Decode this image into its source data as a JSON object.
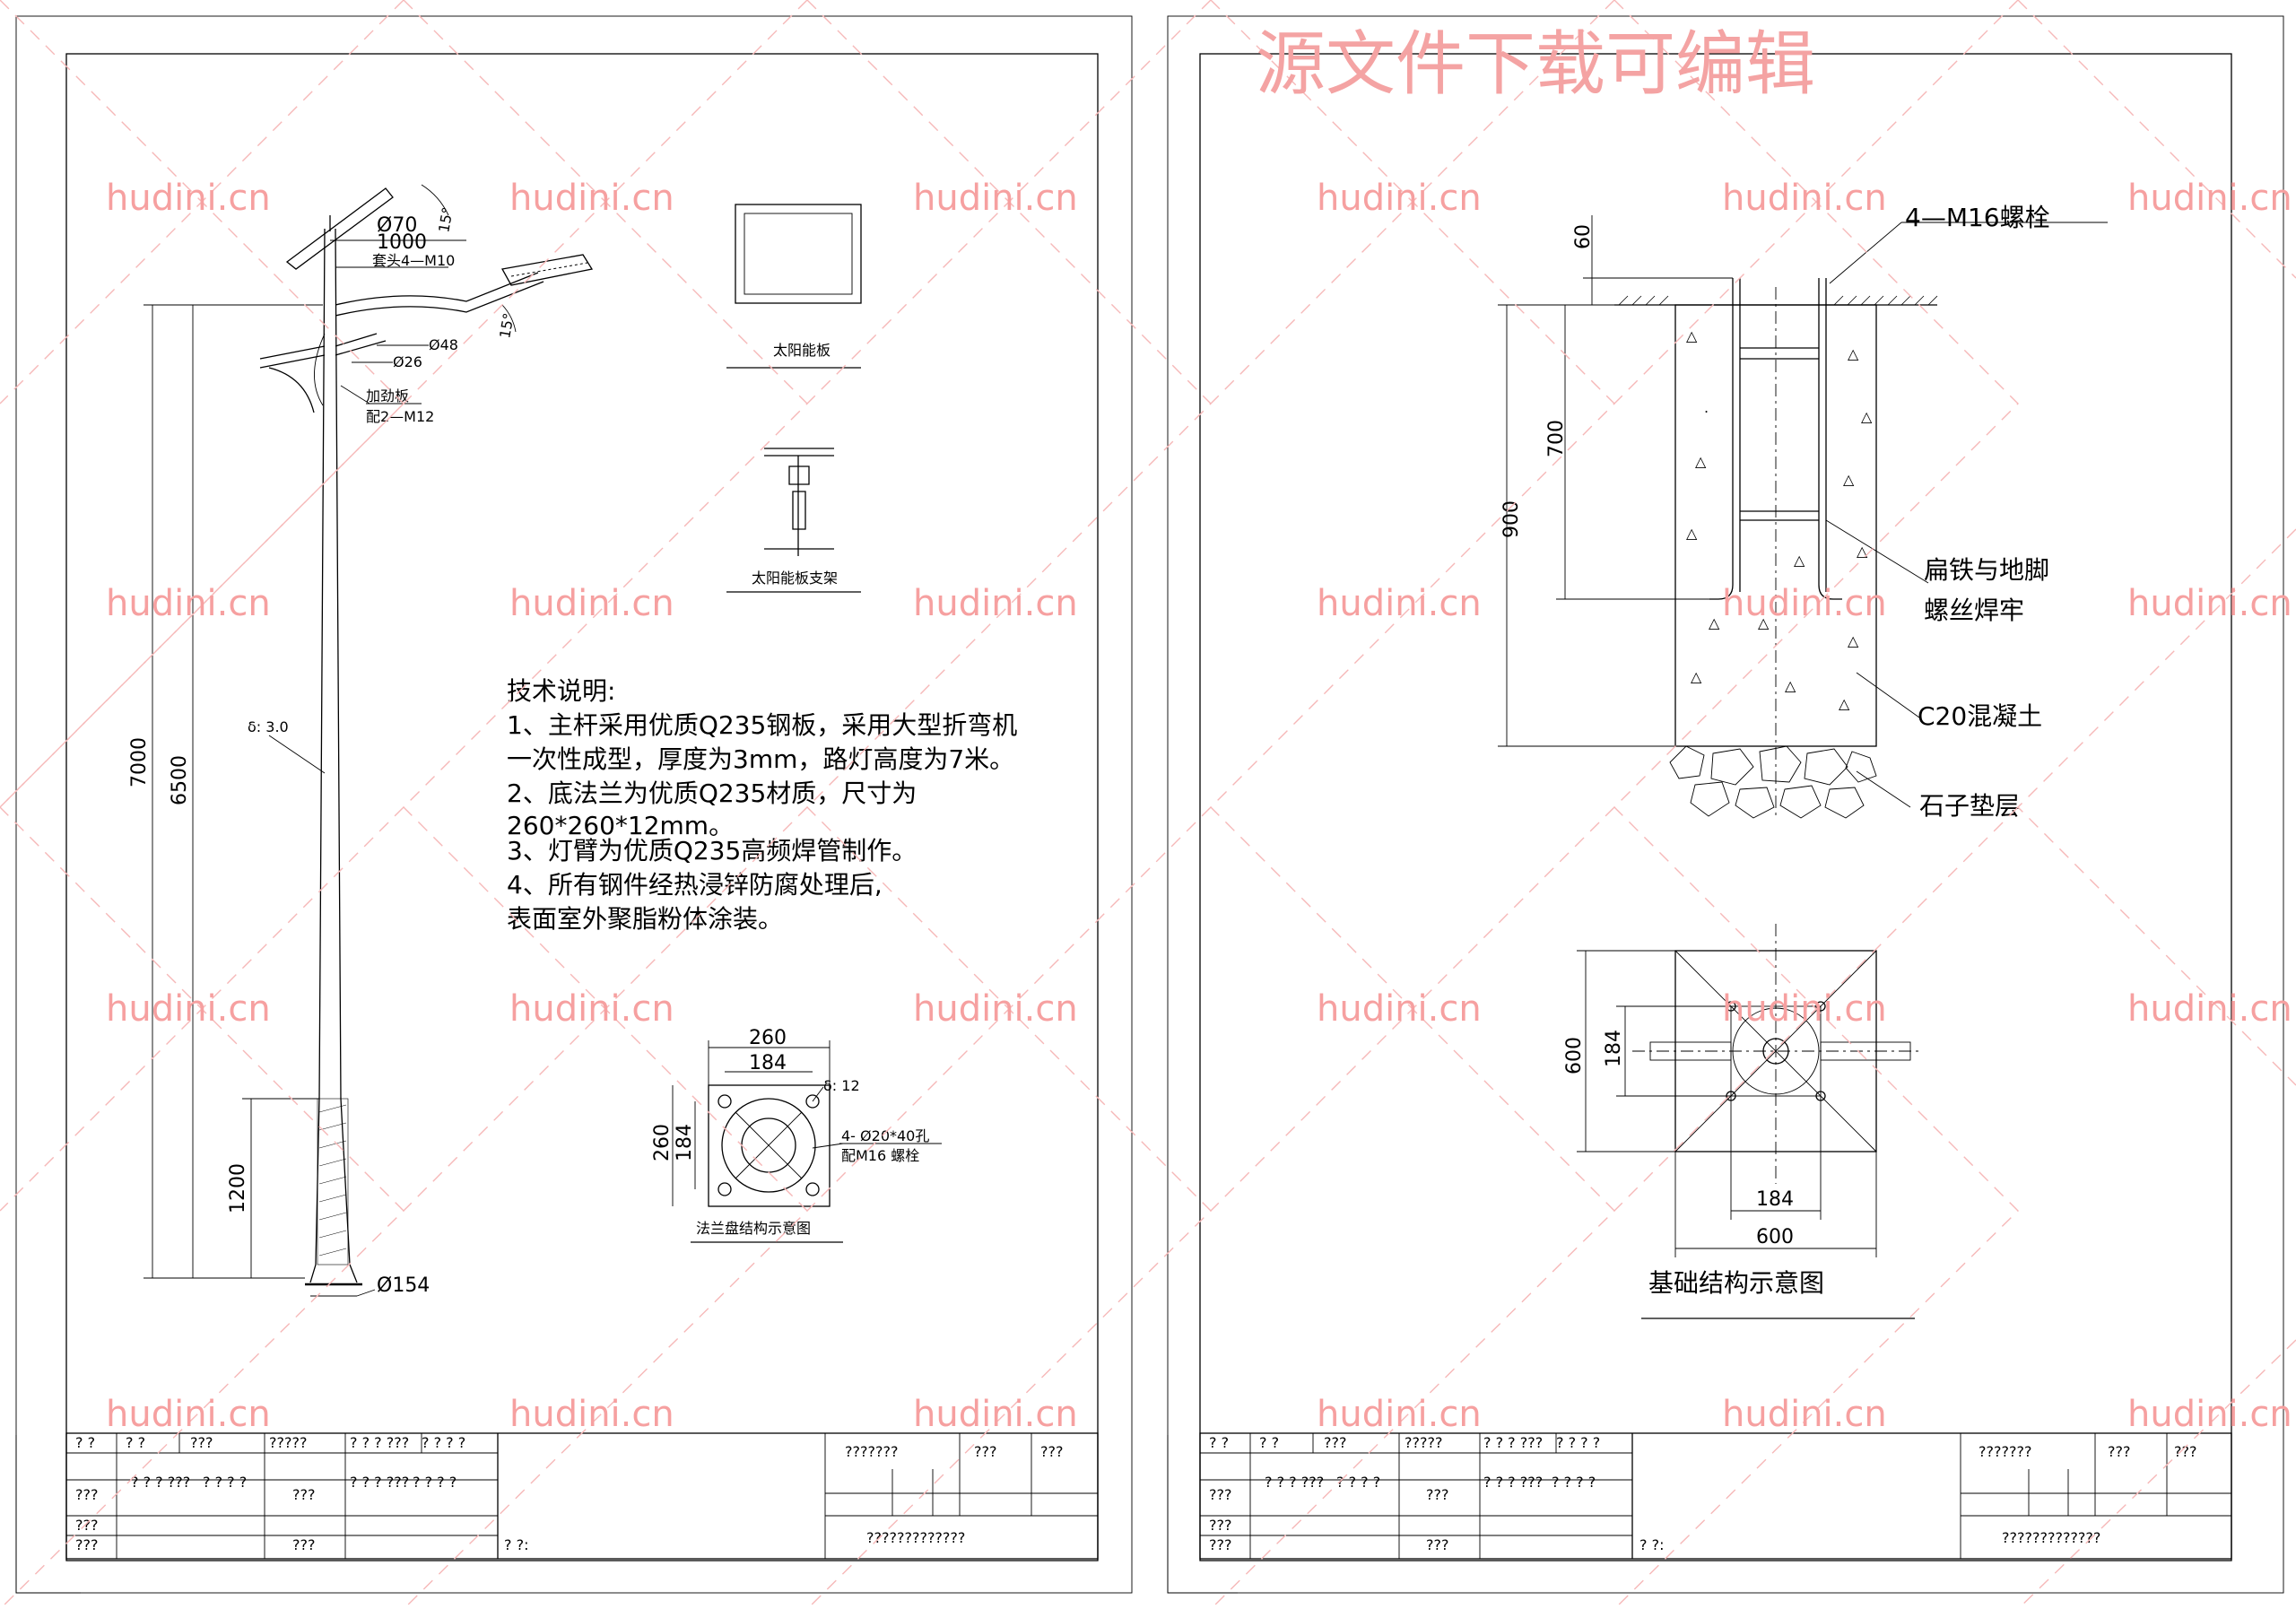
{
  "header_watermark": "源文件下载可编辑",
  "watermark_text": "hudini.cn",
  "left_sheet": {
    "pole": {
      "top_diameter": "Ø70",
      "arm_length": "1000",
      "arm_angle": "15°",
      "light_angle": "15°",
      "fixing_note": "套头4—M10",
      "d48": "Ø48",
      "d26": "Ø26",
      "bracket_label": "加劲板",
      "bracket_bolts": "配2—M12",
      "thickness": "δ: 3.0",
      "height_7000": "7000",
      "height_6500": "6500",
      "height_1200": "1200",
      "base_diameter": "Ø154"
    },
    "solar_panel_label": "太阳能板",
    "solar_bracket_label": "太阳能板支架",
    "notes": {
      "title": "技术说明:",
      "lines": [
        "1、主杆采用优质Q235钢板，采用大型折弯机",
        "一次性成型，厚度为3mm，路灯高度为7米。",
        "2、底法兰为优质Q235材质，尺寸为",
        "260*260*12mm。",
        "3、灯臂为优质Q235高频焊管制作。",
        "4、所有钢件经热浸锌防腐处理后,",
        "表面室外聚脂粉体涂装。"
      ]
    },
    "flange": {
      "dim_260_top": "260",
      "dim_184_top": "184",
      "dim_260_side": "260",
      "dim_184_side": "184",
      "thickness": "δ: 12",
      "holes": "4- Ø20*40孔",
      "bolts": "配M16 螺栓",
      "caption": "法兰盘结构示意图"
    }
  },
  "right_sheet": {
    "bolt_label": "4—M16螺栓",
    "dim_60": "60",
    "dim_700": "700",
    "dim_900": "900",
    "weld_label_1": "扁铁与地脚",
    "weld_label_2": "螺丝焊牢",
    "concrete_label": "C20混凝土",
    "gravel_label": "石子垫层",
    "plan_dim_600_side": "600",
    "plan_dim_184_side": "184",
    "plan_dim_184_bottom": "184",
    "plan_dim_600_bottom": "600",
    "caption": "基础结构示意图"
  },
  "title_block": {
    "r1": [
      "? ?",
      "? ?",
      "???",
      "?????",
      "? ? ? ???",
      "? ? ? ?"
    ],
    "r1_right": [
      "???????",
      "???",
      "???"
    ],
    "r2": [
      "???",
      "? ? ? ???",
      "? ? ? ?",
      "???",
      "? ? ? ???",
      "? ? ? ?"
    ],
    "r3": [
      "???"
    ],
    "r4": [
      "???",
      "???",
      "? ?:"
    ],
    "r4_right": "?????????????"
  }
}
